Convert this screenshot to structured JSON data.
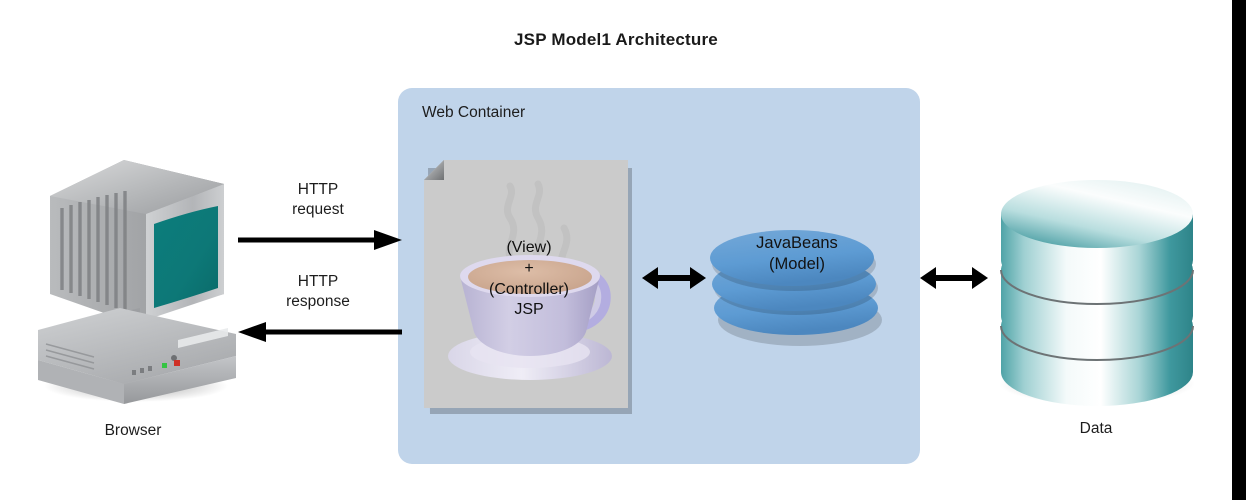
{
  "title": "JSP Model1 Architecture",
  "container": {
    "label": "Web Container",
    "fill": "#c0d4ea"
  },
  "nodes": {
    "browser": {
      "label": "Browser",
      "icon": "crt-computer-icon",
      "screen_color": "#0e7b7b",
      "case_color": "#a6a8ab"
    },
    "jsp": {
      "icon": "jsp-document-coffee-icon",
      "page_color": "#cccccc",
      "cup_color": "#c9c4de",
      "coffee_color": "#d5b29b",
      "lines": [
        "(View)",
        "+",
        "(Controller)",
        "JSP"
      ]
    },
    "javabeans": {
      "icon": "stacked-disk-icon",
      "fill": "#5d9bd3",
      "lines": [
        "JavaBeans",
        "(Model)"
      ]
    },
    "data": {
      "label": "Data",
      "icon": "database-cylinder-icon",
      "fill": "#3d9aa0"
    }
  },
  "flows": {
    "http_request": {
      "label_line1": "HTTP",
      "label_line2": "request",
      "direction": "right"
    },
    "http_response": {
      "label_line1": "HTTP",
      "label_line2": "response",
      "direction": "left"
    },
    "jsp_to_beans": {
      "direction": "both"
    },
    "beans_to_data": {
      "direction": "both"
    }
  },
  "colors": {
    "arrow": "#000000",
    "text": "#1d1d1d",
    "background": "#ffffff"
  }
}
